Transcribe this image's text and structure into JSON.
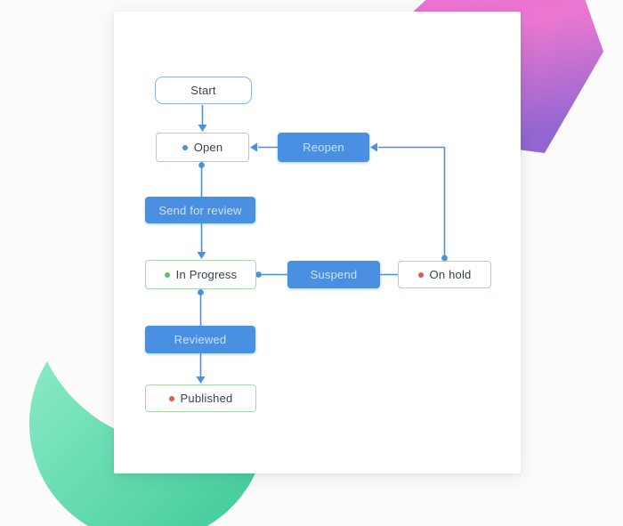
{
  "page": {
    "kind": "workflow-state-diagram",
    "background": "#fbfbfc"
  },
  "colors": {
    "page_bg": "#fbfbfc",
    "card_bg": "#ffffff",
    "line_blue": "#4a90e2",
    "action_fill": "#4a90e2",
    "action_text": "#cfe1fa",
    "state_text": "#37424e",
    "state_border_green": "#a9d8ab",
    "start_border_blue": "#8ab2f2",
    "dot_blue": "#4a90e2",
    "dot_green": "#61c06a",
    "dot_red": "#e6564c",
    "decor_pink_top": "#f268da",
    "decor_pink_mid": "#ea78d0",
    "decor_purple_bottom": "#9366d2",
    "decor_teal_light": "#93efcb",
    "decor_teal_dark": "#3cc996"
  },
  "diagram": {
    "nodes": {
      "start": {
        "label": "Start",
        "kind": "start"
      },
      "open": {
        "label": "Open",
        "kind": "state",
        "status_dot": "blue"
      },
      "reopen": {
        "label": "Reopen",
        "kind": "transition"
      },
      "send_for_review": {
        "label": "Send for review",
        "kind": "transition"
      },
      "in_progress": {
        "label": "In Progress",
        "kind": "state",
        "status_dot": "green"
      },
      "suspend": {
        "label": "Suspend",
        "kind": "transition"
      },
      "on_hold": {
        "label": "On hold",
        "kind": "state",
        "status_dot": "red"
      },
      "reviewed": {
        "label": "Reviewed",
        "kind": "transition"
      },
      "published": {
        "label": "Published",
        "kind": "state",
        "status_dot": "red"
      }
    },
    "edges": [
      {
        "from": "Start",
        "to": "Open"
      },
      {
        "from": "Open",
        "via": "Send for review",
        "to": "In Progress"
      },
      {
        "from": "In Progress",
        "via": "Suspend",
        "to": "On hold"
      },
      {
        "from": "On hold",
        "via": "Reopen",
        "to": "Open"
      },
      {
        "from": "In Progress",
        "via": "Reviewed",
        "to": "Published"
      }
    ]
  }
}
